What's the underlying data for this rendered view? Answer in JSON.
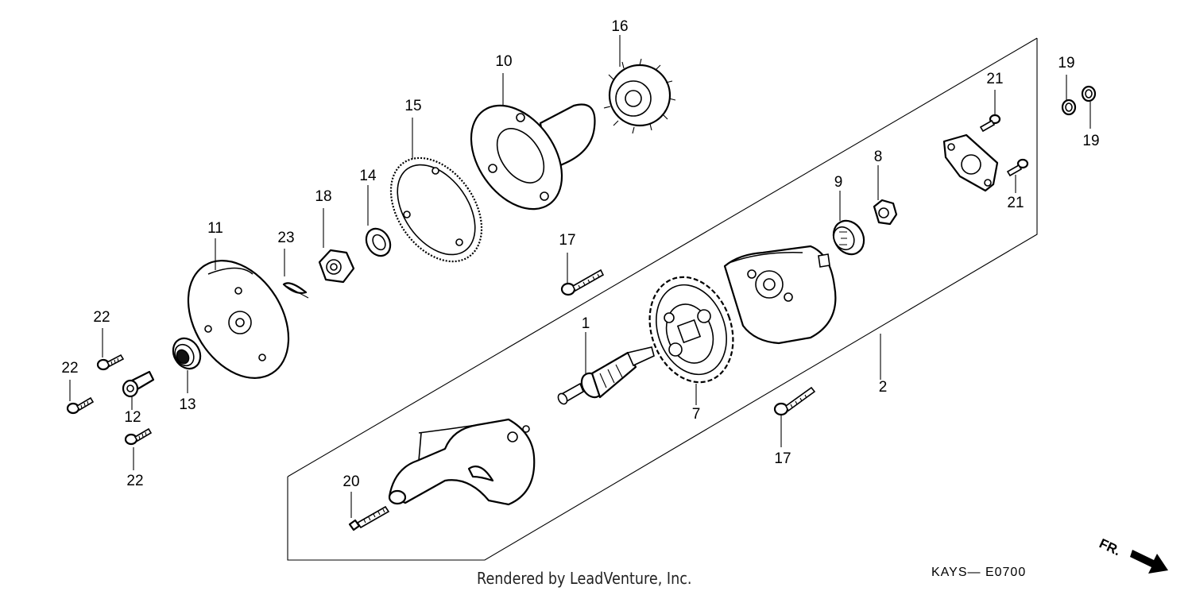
{
  "diagram": {
    "callouts": [
      "1",
      "2",
      "7",
      "8",
      "9",
      "10",
      "11",
      "12",
      "13",
      "14",
      "15",
      "16",
      "17",
      "17",
      "18",
      "19",
      "19",
      "20",
      "21",
      "21",
      "22",
      "22",
      "22",
      "23"
    ],
    "footer_text": "Rendered by LeadVenture, Inc.",
    "diagram_code": "KAYS— E0700",
    "direction_label": "FR."
  }
}
